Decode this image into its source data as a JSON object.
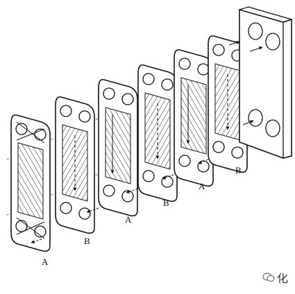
{
  "labels": {
    "plate1": "A",
    "plate2": "B",
    "plate3": "A",
    "plate4": "B",
    "plate5": "A",
    "plate6": "B"
  },
  "watermark": {
    "text": "化"
  },
  "colors": {
    "ink": "#1a1a1a",
    "paper": "#ffffff"
  }
}
